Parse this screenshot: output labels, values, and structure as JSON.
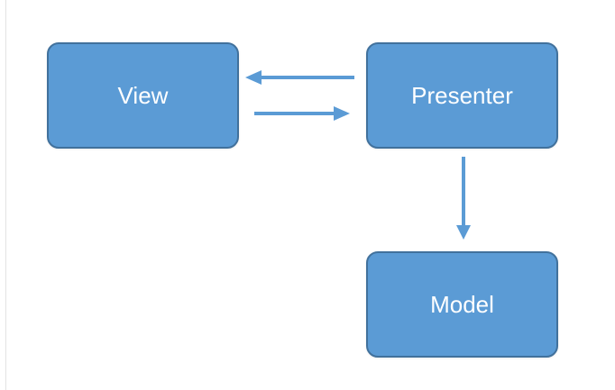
{
  "diagram": {
    "nodes": {
      "view": {
        "label": "View"
      },
      "presenter": {
        "label": "Presenter"
      },
      "model": {
        "label": "Model"
      }
    },
    "edges": [
      {
        "from": "presenter",
        "to": "view"
      },
      {
        "from": "view",
        "to": "presenter"
      },
      {
        "from": "presenter",
        "to": "model"
      }
    ],
    "colors": {
      "box_fill": "#5b9bd5",
      "box_border": "#41719c",
      "arrow": "#5b9bd5",
      "label_text": "#ffffff"
    }
  }
}
